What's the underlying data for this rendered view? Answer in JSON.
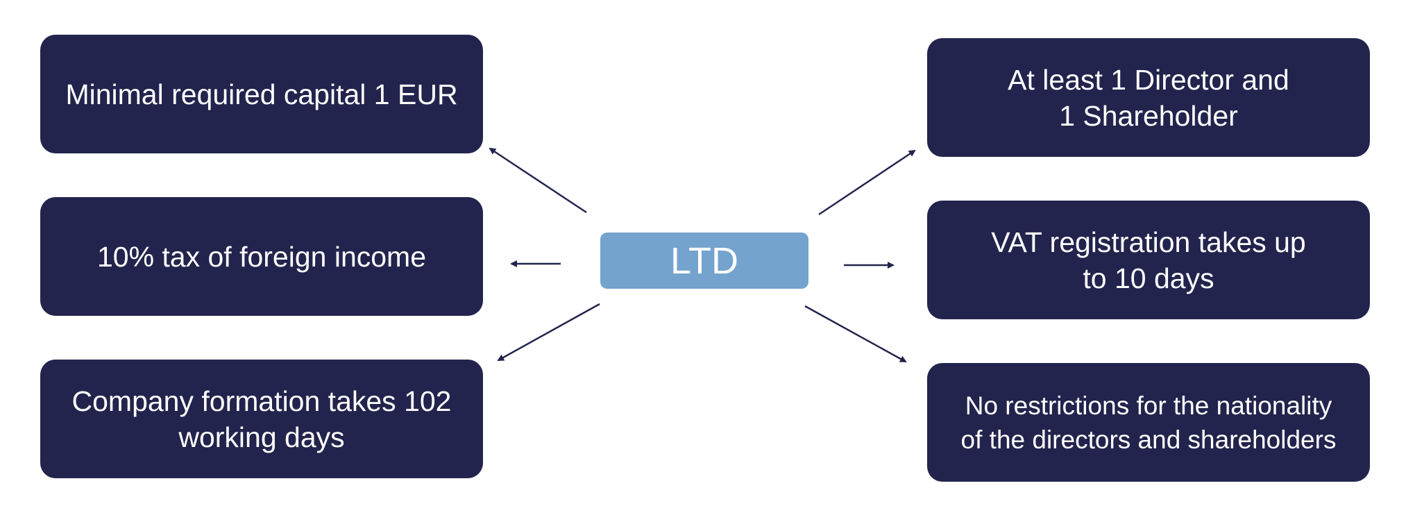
{
  "center": {
    "label": "LTD"
  },
  "left_boxes": [
    {
      "lines": [
        "Minimal required capital 1 EUR"
      ]
    },
    {
      "lines": [
        "10% tax of foreign income"
      ]
    },
    {
      "lines": [
        "Company formation takes 102",
        "working days"
      ]
    }
  ],
  "right_boxes": [
    {
      "lines": [
        "At least 1 Director and",
        "1 Shareholder"
      ]
    },
    {
      "lines": [
        "VAT registration takes up",
        "to 10 days"
      ]
    },
    {
      "lines": [
        "No restrictions for the nationality",
        "of the directors and shareholders"
      ]
    }
  ],
  "colors": {
    "box_fill": "#23244d",
    "center_fill": "#74a3cd",
    "arrow": "#23244d",
    "text": "#ffffff",
    "background": "#ffffff"
  }
}
